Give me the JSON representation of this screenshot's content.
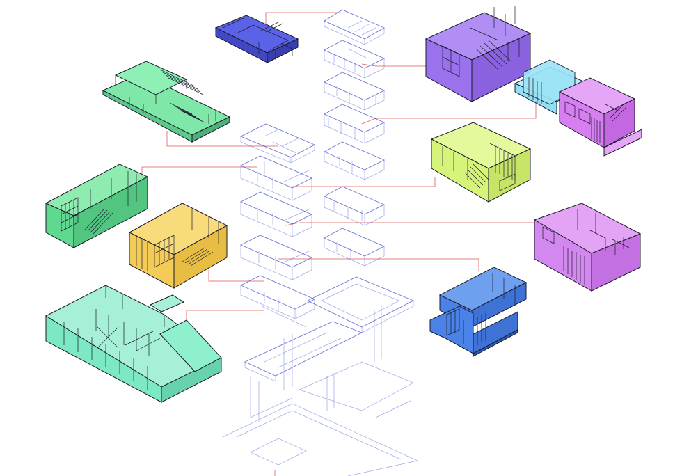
{
  "diagram": {
    "type": "exploded-axonometric",
    "modules": [
      {
        "id": "roof-blue",
        "color": "#5a63e8"
      },
      {
        "id": "upper-green",
        "color": "#7fe8a9"
      },
      {
        "id": "violet-block",
        "color": "#9a72ee"
      },
      {
        "id": "cyan-magenta-pair",
        "color": "#d77ef0",
        "accent": "#8fdff5"
      },
      {
        "id": "green-stair-unit",
        "color": "#5fd98f"
      },
      {
        "id": "lime-unit",
        "color": "#d6f47a"
      },
      {
        "id": "yellow-unit",
        "color": "#f3cc58"
      },
      {
        "id": "magenta-unit",
        "color": "#d388ef"
      },
      {
        "id": "blue-unit",
        "color": "#4a82e8"
      },
      {
        "id": "ground-teal",
        "color": "#7de8c4"
      }
    ],
    "leader_color": "#e05a5a",
    "ghost_color": "#4a5fd6"
  }
}
